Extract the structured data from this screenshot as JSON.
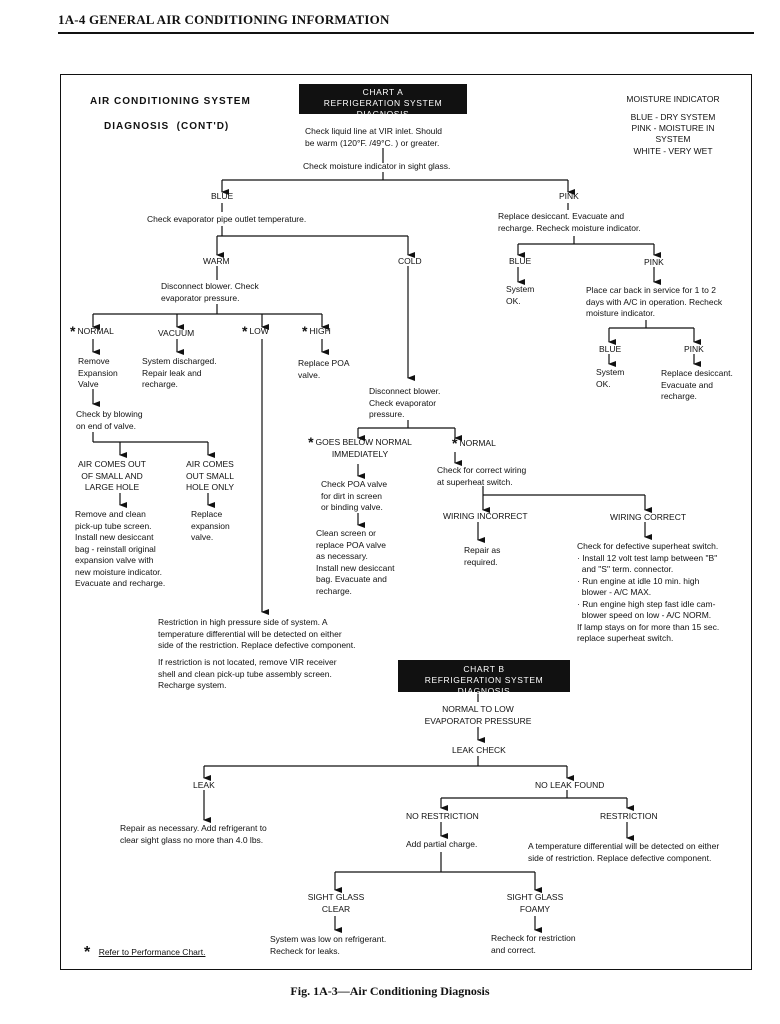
{
  "header": "1A-4 GENERAL AIR CONDITIONING INFORMATION",
  "title_left_1": "AIR CONDITIONING SYSTEM",
  "title_left_2": "DIAGNOSIS  (CONT'D)",
  "chart_a": {
    "line1": "CHART A",
    "line2": "REFRIGERATION SYSTEM DIAGNOSIS"
  },
  "legend": {
    "title": "MOISTURE INDICATOR",
    "line1": "BLUE - DRY SYSTEM",
    "line2": "PINK - MOISTURE IN",
    "line3": "SYSTEM",
    "line4": "WHITE - VERY WET"
  },
  "nodes": {
    "check_liquid": "Check liquid line at VIR inlet. Should\nbe warm (120°F. /49°C. ) or greater.",
    "check_moisture": "Check moisture indicator in sight glass.",
    "blue": "BLUE",
    "pink": "PINK",
    "check_evap": "Check evaporator pipe outlet temperature.",
    "replace_desiccant": "Replace desiccant. Evacuate and\nrecharge. Recheck moisture indicator.",
    "warm": "WARM",
    "cold": "COLD",
    "blue2": "BLUE",
    "pink2": "PINK",
    "disconnect_blower": "Disconnect blower. Check\nevaporator pressure.",
    "system_ok": "System\nOK.",
    "place_car": "Place car back in service for 1 to 2\ndays with A/C in operation. Recheck\nmoisture indicator.",
    "normal": "NORMAL",
    "vacuum": "VACUUM",
    "low": "LOW",
    "high": "HIGH",
    "blue3": "BLUE",
    "pink3": "PINK",
    "remove_exp": "Remove\nExpansion\nValve",
    "system_discharged": "System discharged.\nRepair leak and\nrecharge.",
    "replace_poa": "Replace POA\nvalve.",
    "system_ok2": "System\nOK.",
    "replace_desiccant2": "Replace desiccant.\nEvacuate and\nrecharge.",
    "disconnect_blower2": "Disconnect blower.\nCheck evaporator\npressure.",
    "check_blowing": "Check by blowing\non end of valve.",
    "goes_below": "GOES BELOW NORMAL\nIMMEDIATELY",
    "normal2": "NORMAL",
    "air_small_large": "AIR COMES OUT\nOF SMALL AND\nLARGE HOLE",
    "air_small_only": "AIR COMES\nOUT SMALL\nHOLE ONLY",
    "check_poa": "Check POA valve\nfor dirt in screen\nor binding valve.",
    "check_wiring": "Check for correct wiring\nat superheat switch.",
    "remove_clean": "Remove and clean\npick-up tube screen.\nInstall new desiccant\nbag - reinstall original\nexpansion valve with\nnew moisture indicator.\nEvacuate and recharge.",
    "replace_exp": "Replace\nexpansion\nvalve.",
    "wiring_incorrect": "WIRING INCORRECT",
    "wiring_correct": "WIRING CORRECT",
    "clean_screen": "Clean screen or\nreplace POA valve\nas necessary.\nInstall new desiccant\nbag. Evacuate and\nrecharge.",
    "repair_required": "Repair as\nrequired.",
    "check_defective": "Check for defective superheat switch.\n· Install 12 volt test lamp between \"B\"\n  and \"S\" term. connector.\n· Run engine at idle 10 min. high\n  blower - A/C MAX.\n· Run engine high step fast idle cam-\n  blower speed on low - A/C NORM.\nIf lamp stays on for more than 15 sec.\nreplace superheat switch.",
    "restriction_high": "Restriction in high pressure side of system. A\ntemperature differential will be detected on either\nside of the restriction. Replace defective component.",
    "restriction_not": "If restriction is not located, remove VIR receiver\nshell and clean pick-up tube assembly screen.\nRecharge system.",
    "normal_to_low": "NORMAL TO LOW\nEVAPORATOR PRESSURE",
    "leak_check": "LEAK CHECK",
    "leak": "LEAK",
    "no_leak": "NO LEAK FOUND",
    "repair_necessary": "Repair as necessary. Add refrigerant to\nclear sight glass no more than 4.0 lbs.",
    "no_restriction": "NO RESTRICTION",
    "restriction": "RESTRICTION",
    "add_partial": "Add partial charge.",
    "temp_diff": "A temperature differential will be detected on either\nside of restriction. Replace defective component.",
    "sight_clear": "SIGHT GLASS\nCLEAR",
    "sight_foamy": "SIGHT GLASS\nFOAMY",
    "system_low": "System was low on refrigerant.\nRecheck for leaks.",
    "recheck_restriction": "Recheck for restriction\nand correct."
  },
  "chart_b": {
    "line1": "CHART B",
    "line2": "REFRIGERATION SYSTEM DIAGNOSIS"
  },
  "footnote": "Refer to Performance Chart.",
  "star": "*",
  "caption": "Fig. 1A-3—Air Conditioning Diagnosis"
}
